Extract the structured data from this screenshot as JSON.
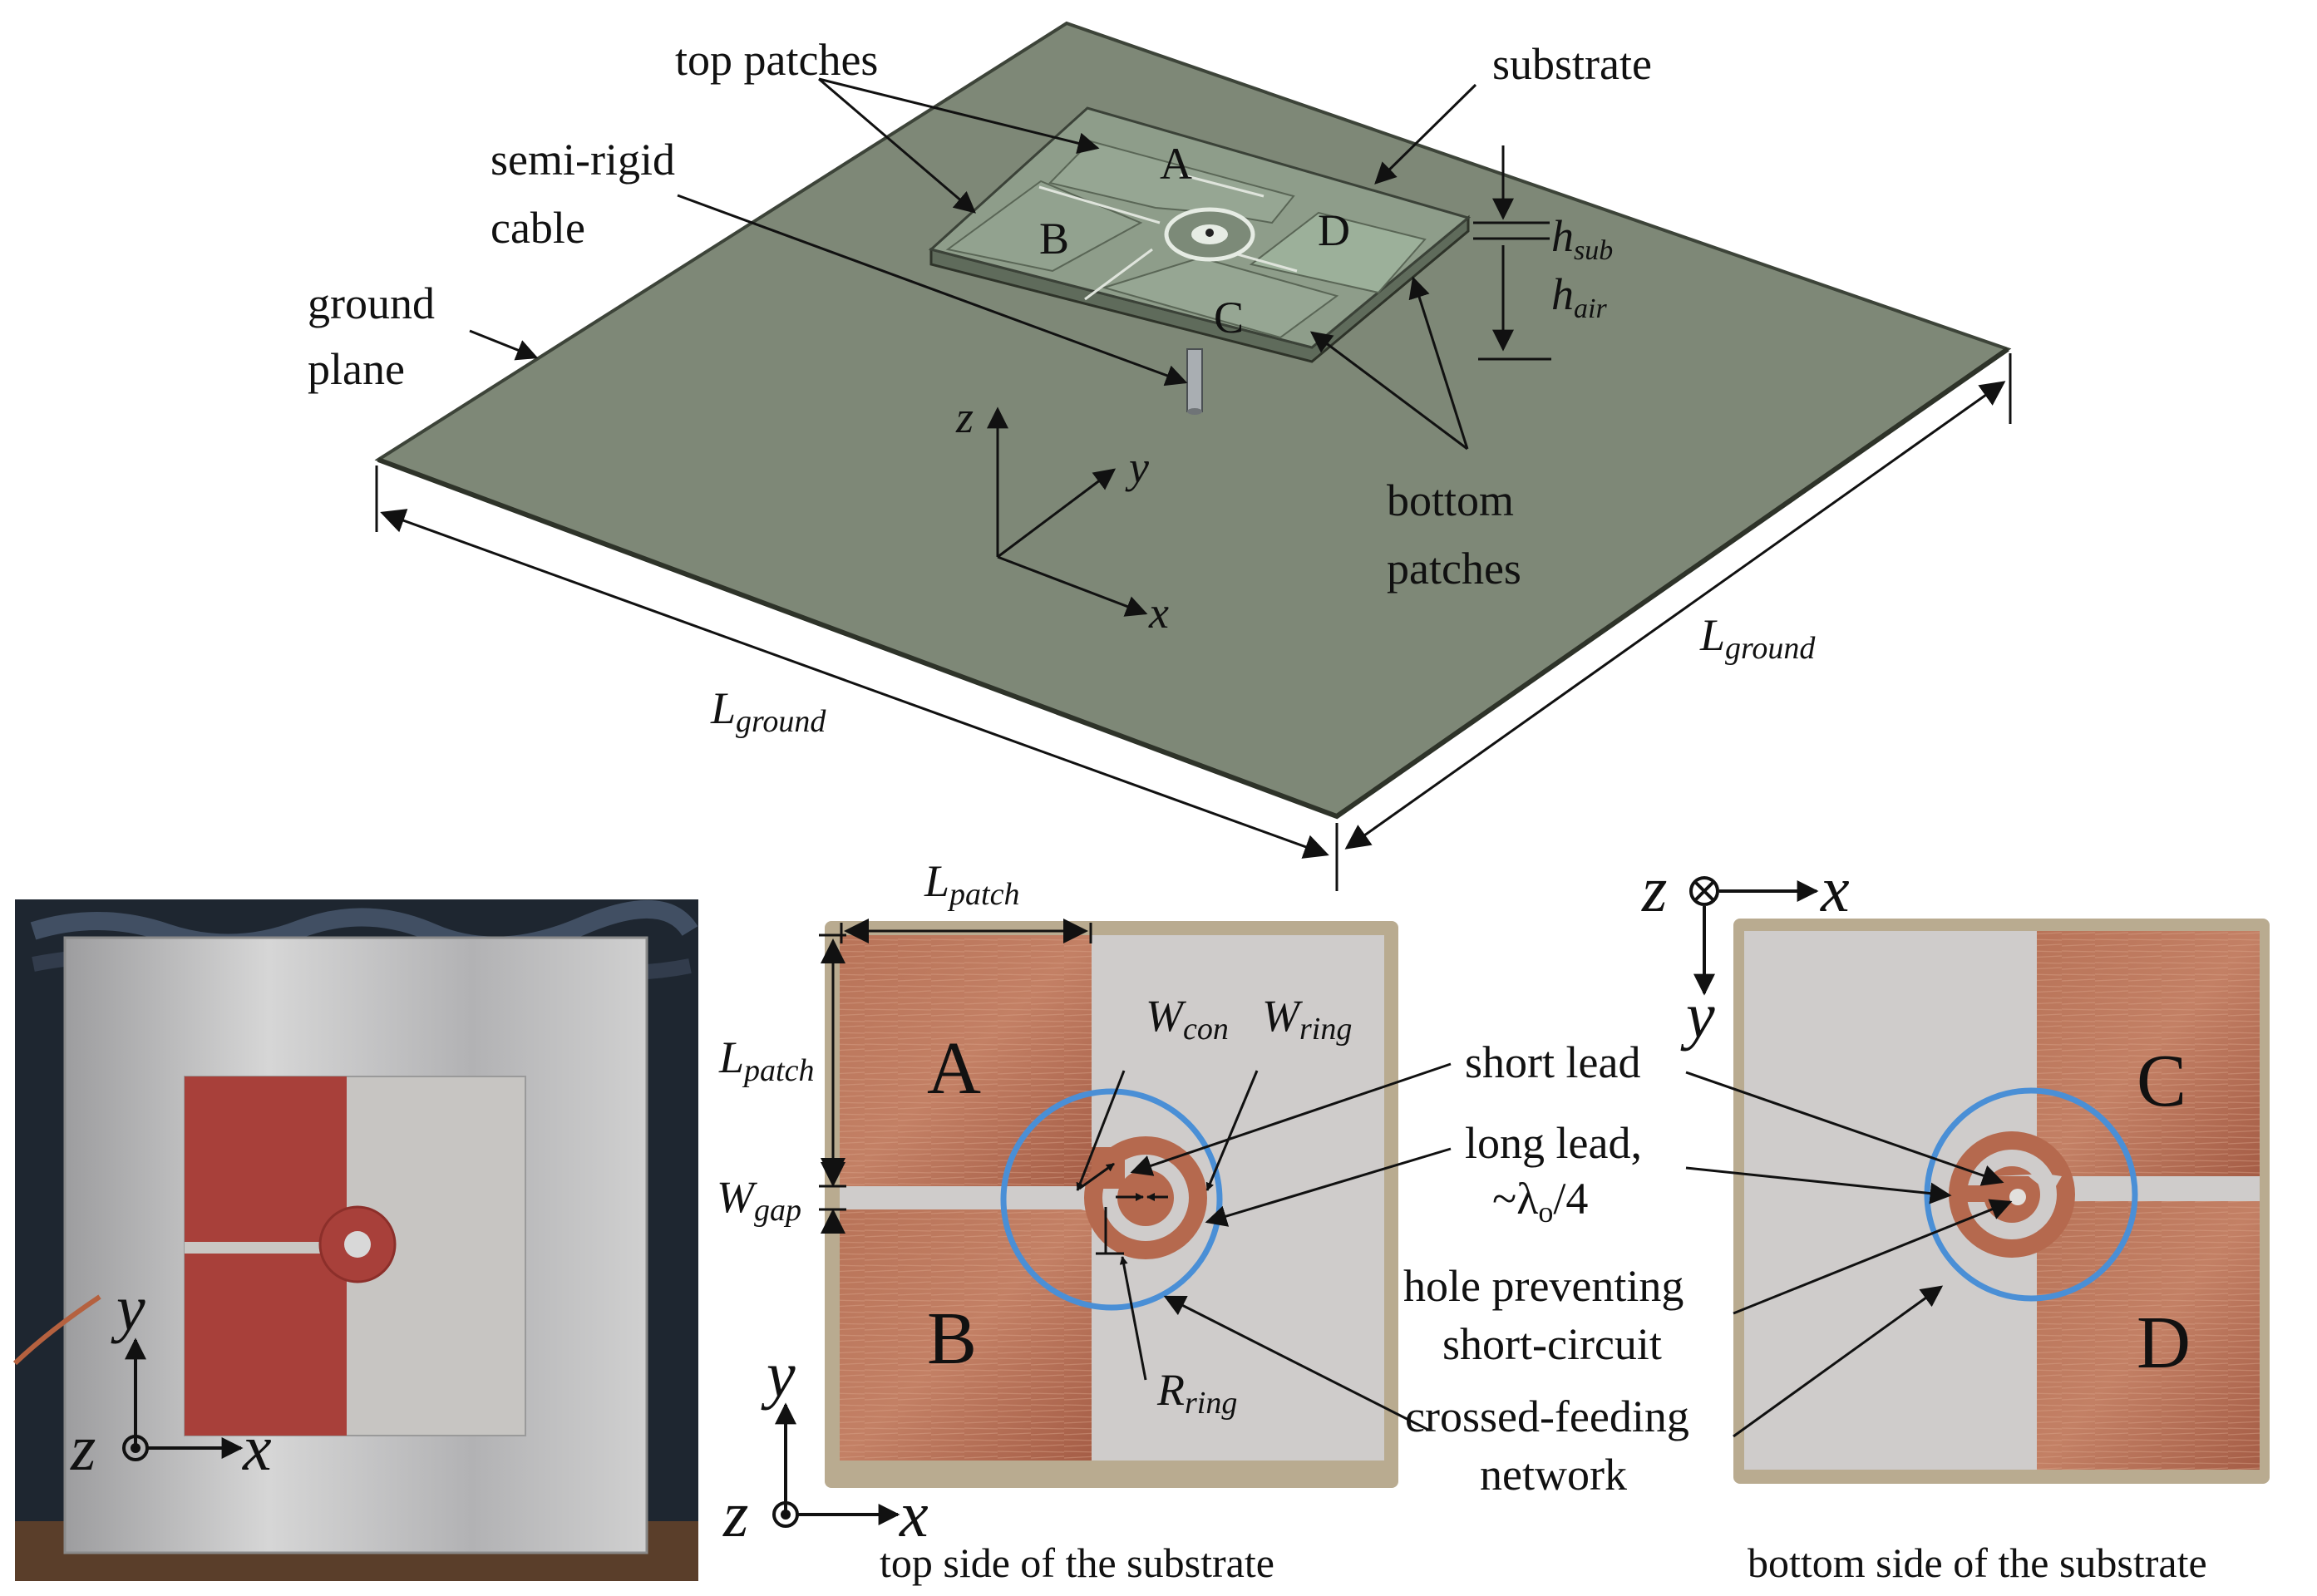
{
  "labels": {
    "top_patches": "top patches",
    "substrate": "substrate",
    "semi_rigid_1": "semi-rigid",
    "semi_rigid_2": "cable",
    "ground_1": "ground",
    "ground_2": "plane",
    "h_sub": "h",
    "h_sub_sub": "sub",
    "h_air": "h",
    "h_air_sub": "air",
    "bottom_patches_1": "bottom",
    "bottom_patches_2": "patches",
    "l_ground": "L",
    "l_ground_sub": "ground",
    "patch_a": "A",
    "patch_b": "B",
    "patch_c": "C",
    "patch_d": "D",
    "axis_x": "x",
    "axis_y": "y",
    "axis_z": "z",
    "l_patch": "L",
    "l_patch_sub": "patch",
    "w_gap": "W",
    "w_gap_sub": "gap",
    "w_con": "W",
    "w_con_sub": "con",
    "w_ring": "W",
    "w_ring_sub": "ring",
    "r_ring": "R",
    "r_ring_sub": "ring",
    "short_lead": "short lead",
    "long_lead_1": "long lead,",
    "long_lead_2": "~λ",
    "long_lead_sub": "o",
    "long_lead_3": "/4",
    "hole_1": "hole preventing",
    "hole_2": "short-circuit",
    "crossed_1": "crossed-feeding",
    "crossed_2": "network",
    "caption_top_side": "top side of the substrate",
    "caption_bottom_side": "bottom side of the substrate"
  },
  "colors": {
    "ground_fill": "#7e8877",
    "substrate_fill": "#8a9985",
    "patch_fill": "#8fa08c",
    "copper": "#b4694f",
    "copper_dark": "#9c5440",
    "silver": "#c9c7c4",
    "ring_blue": "#4a8fd6",
    "photo_bg_dark": "#1e2630",
    "aluminum": "#bcbcbc",
    "red_patch": "#a8403a",
    "board_frame": "#b9ab90"
  }
}
